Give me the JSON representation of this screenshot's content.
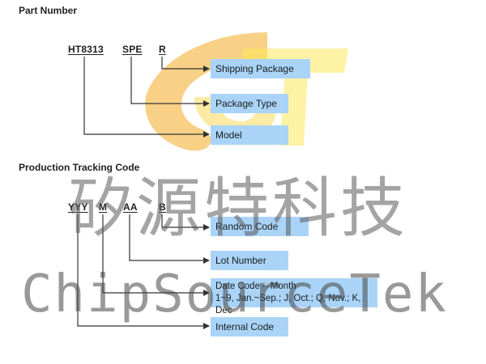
{
  "part_number": {
    "heading": "Part Number",
    "codes": {
      "model": "HT8313",
      "package": "SPE",
      "shipping": "R"
    },
    "labels": {
      "shipping": "Shipping Package",
      "package": "Package Type",
      "model": "Model"
    }
  },
  "tracking": {
    "heading": "Production Tracking Code",
    "codes": {
      "year": "YYY",
      "month": "M",
      "lot": "AA",
      "random": "B"
    },
    "labels": {
      "random": "Random Code",
      "lot": "Lot Number",
      "date_line1": "Date Code – Month",
      "date_line2": "1~9, Jan.~Sep.; J, Oct.; Q, Nov.; K, Dec",
      "internal": "Internal Code"
    }
  },
  "watermark": {
    "chinese": "矽源特科技",
    "english": "ChipSourceTek"
  },
  "colors": {
    "label_box": "#a9d4f8",
    "logo_orange": "#f5b335",
    "logo_yellow": "#fde95a"
  }
}
